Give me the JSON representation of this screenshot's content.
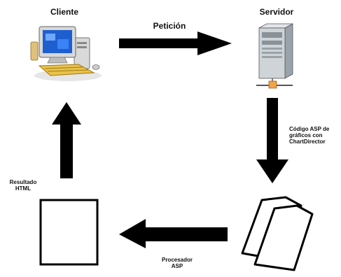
{
  "nodes": {
    "client_label": "Cliente",
    "server_label": "Servidor"
  },
  "edges": {
    "request_label": "Petición",
    "code_label_line1": "Código ASP de",
    "code_label_line2": "gráficos con",
    "code_label_line3": "ChartDirector",
    "processor_label_line1": "Procesador",
    "processor_label_line2": "ASP",
    "result_label_line1": "Resultado",
    "result_label_line2": "HTML"
  },
  "colors": {
    "arrow": "#000000",
    "monitor_screen": "#1e5fd0",
    "monitor_body": "#d8d8d8",
    "keyboard": "#e8c24a",
    "server_body": "#cfd4d8",
    "connector": "#f0a34b"
  },
  "icons": [
    "computer-icon",
    "server-icon",
    "documents-icon",
    "blank-page-icon"
  ]
}
